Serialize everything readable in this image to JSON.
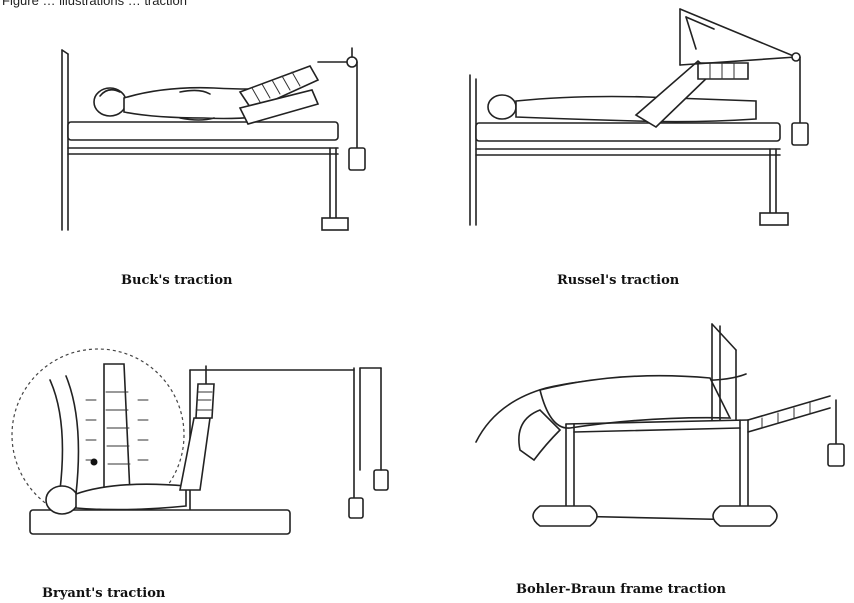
{
  "figure": {
    "clipped_caption": "Figure … illustrations … traction",
    "panels": [
      {
        "id": "buck",
        "caption": "Buck's traction"
      },
      {
        "id": "russel",
        "caption": "Russel's traction"
      },
      {
        "id": "bryant",
        "caption": "Bryant's traction"
      },
      {
        "id": "bohler",
        "caption": "Bohler-Braun frame  traction"
      }
    ]
  }
}
